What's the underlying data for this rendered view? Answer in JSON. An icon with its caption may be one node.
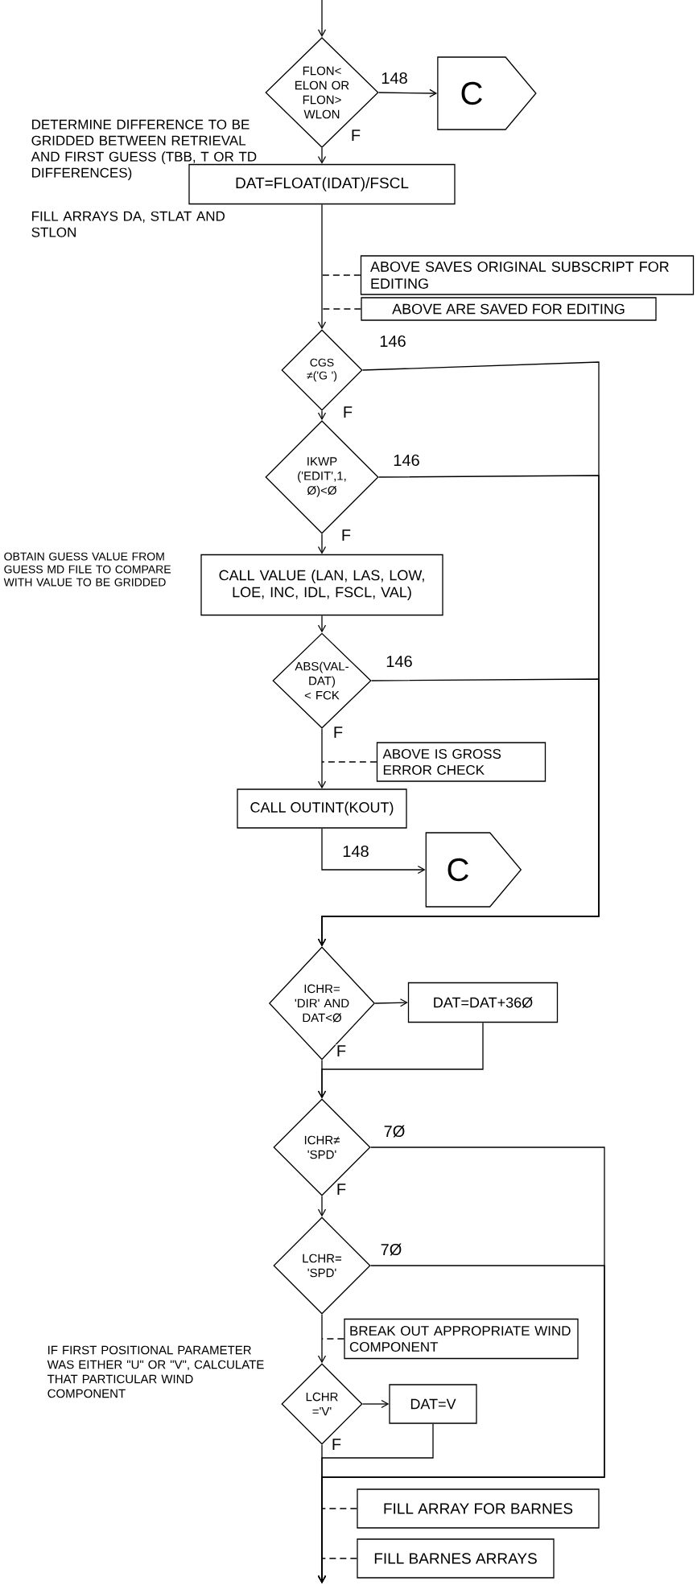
{
  "diagram": {
    "nodes": [
      {
        "text": [
          "FLON< ELON OR FLON> WLON"
        ]
      },
      {
        "text": [
          "C"
        ]
      },
      {
        "text": [
          "DAT=FLOAT(IDAT)/FSCL"
        ]
      },
      {
        "text": [
          "ABOVE SAVES ORIGINAL SUBSCRIPT FOR EDITING"
        ]
      },
      {
        "text": [
          "ABOVE ARE SAVED FOR EDITING"
        ]
      },
      {
        "text": [
          "CGS ≠('G ')"
        ]
      },
      {
        "text": [
          "IKWP ('EDIT',1, Ø)<Ø"
        ]
      },
      {
        "text": [
          "CALL VALUE (LAN, LAS, LOW, LOE, INC, IDL, FSCL, VAL)"
        ]
      },
      {
        "text": [
          "ABS(VAL- DAT) < FCK"
        ]
      },
      {
        "text": [
          "ABOVE IS GROSS ERROR CHECK"
        ]
      },
      {
        "text": [
          "CALL OUTINT(KOUT)"
        ]
      },
      {
        "text": [
          "C"
        ]
      },
      {
        "text": [
          "ICHR= 'DIR' AND DAT<Ø"
        ]
      },
      {
        "text": [
          "DAT=DAT+36Ø"
        ]
      },
      {
        "text": [
          "ICHR≠ 'SPD'"
        ]
      },
      {
        "text": [
          "LCHR= 'SPD'"
        ]
      },
      {
        "text": [
          "BREAK OUT APPROPRIATE WIND COMPONENT"
        ]
      },
      {
        "text": [
          "LCHR ='V'"
        ]
      },
      {
        "text": [
          "DAT=V"
        ]
      },
      {
        "text": [
          "FILL ARRAY FOR BARNES"
        ]
      },
      {
        "text": [
          "FILL BARNES ARRAYS"
        ]
      }
    ],
    "edges": [
      {
        "from": null,
        "to": 0,
        "arrow": "to"
      },
      {
        "from": 0,
        "to": 1,
        "arrow": "to",
        "label": "148"
      },
      {
        "from": 0,
        "to": 2,
        "arrow": "to",
        "label": "F"
      },
      {
        "from": 2,
        "to": 5,
        "arrow": "to"
      },
      {
        "from": 3,
        "to": null,
        "arrow": "none",
        "style": "dashed"
      },
      {
        "from": 4,
        "to": null,
        "arrow": "none",
        "style": "dashed"
      },
      {
        "from": 5,
        "to": 6,
        "arrow": "to",
        "label": "F"
      },
      {
        "from": 5,
        "to": 12,
        "arrow": "to",
        "label": "146"
      },
      {
        "from": 6,
        "to": 7,
        "arrow": "to",
        "label": "F"
      },
      {
        "from": 6,
        "to": 12,
        "arrow": "to",
        "label": "146"
      },
      {
        "from": 7,
        "to": 8,
        "arrow": "to"
      },
      {
        "from": 8,
        "to": 10,
        "arrow": "to",
        "label": "F"
      },
      {
        "from": 8,
        "to": 12,
        "arrow": "to",
        "label": "146"
      },
      {
        "from": 9,
        "to": null,
        "arrow": "none",
        "style": "dashed"
      },
      {
        "from": 10,
        "to": 11,
        "arrow": "to",
        "label": "148"
      },
      {
        "from": 12,
        "to": 13,
        "arrow": "to"
      },
      {
        "from": 13,
        "to": 14,
        "arrow": "to"
      },
      {
        "from": 12,
        "to": 14,
        "arrow": "to",
        "label": "F"
      },
      {
        "from": 14,
        "to": 15,
        "arrow": "to",
        "label": "F"
      },
      {
        "from": 14,
        "to": null,
        "arrow": "to",
        "label": "7Ø"
      },
      {
        "from": 15,
        "to": 17,
        "arrow": "to"
      },
      {
        "from": 15,
        "to": null,
        "arrow": "to",
        "label": "7Ø"
      },
      {
        "from": 16,
        "to": null,
        "arrow": "none",
        "style": "dashed"
      },
      {
        "from": 17,
        "to": 18,
        "arrow": "to"
      },
      {
        "from": 17,
        "to": null,
        "arrow": "to",
        "label": "F"
      },
      {
        "from": 18,
        "to": null,
        "arrow": "to"
      },
      {
        "from": 19,
        "to": null,
        "arrow": "none",
        "style": "dashed"
      },
      {
        "from": 20,
        "to": null,
        "arrow": "none",
        "style": "dashed"
      }
    ],
    "labels": [
      "DETERMINE DIFFERENCE TO BE GRIDDED BETWEEN RETRIEVAL AND FIRST GUESS (TBB, T OR TD DIFFERENCES)",
      "FILL ARRAYS DA, STLAT AND STLON",
      "OBTAIN GUESS VALUE FROM GUESS MD FILE TO COMPARE WITH VALUE TO BE GRIDDED",
      "IF FIRST POSITIONAL PARAMETER WAS EITHER \"U\" OR \"V\", CALCULATE THAT PARTICULAR WIND COMPONENT"
    ]
  }
}
